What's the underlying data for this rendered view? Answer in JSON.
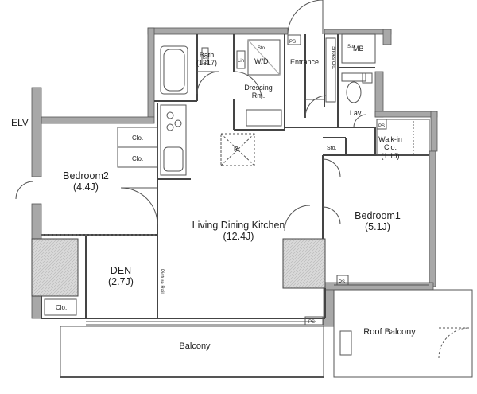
{
  "rooms": {
    "living": {
      "name": "Living Dining Kitchen",
      "size": "(12.4J)"
    },
    "bedroom1": {
      "name": "Bedroom1",
      "size": "(5.1J)"
    },
    "bedroom2": {
      "name": "Bedroom2",
      "size": "(4.4J)"
    },
    "den": {
      "name": "DEN",
      "size": "(2.7J)"
    },
    "bath": {
      "name": "Bath",
      "size": "(1317)"
    },
    "dressing": {
      "name": "Dressing",
      "size": "Rm."
    },
    "walkin": {
      "name": "Walk-in",
      "name2": "Clo.",
      "size": "(1.1J)"
    },
    "balcony": "Balcony",
    "roof_balcony": "Roof Balcony",
    "entrance": "Entrance",
    "lav": "Lav.",
    "mb": "MB",
    "elv": "ELV"
  },
  "small_labels": {
    "wd": "W/D",
    "lin": "Lin",
    "lin2": "Lin",
    "sto_bath": "Sto.",
    "sto_ent": "Sto.",
    "sto_walk": "Sto.",
    "shoes": "Shoes Clo.",
    "clo_a": "Clo.",
    "clo_b": "Clo.",
    "clo_den": "Clo.",
    "ps_top": "PS",
    "ps_walk": "PS",
    "ps_b1": "PS",
    "ps_balc": "PS",
    "r_mark": "R",
    "picture_rail": "Picture Rail"
  }
}
